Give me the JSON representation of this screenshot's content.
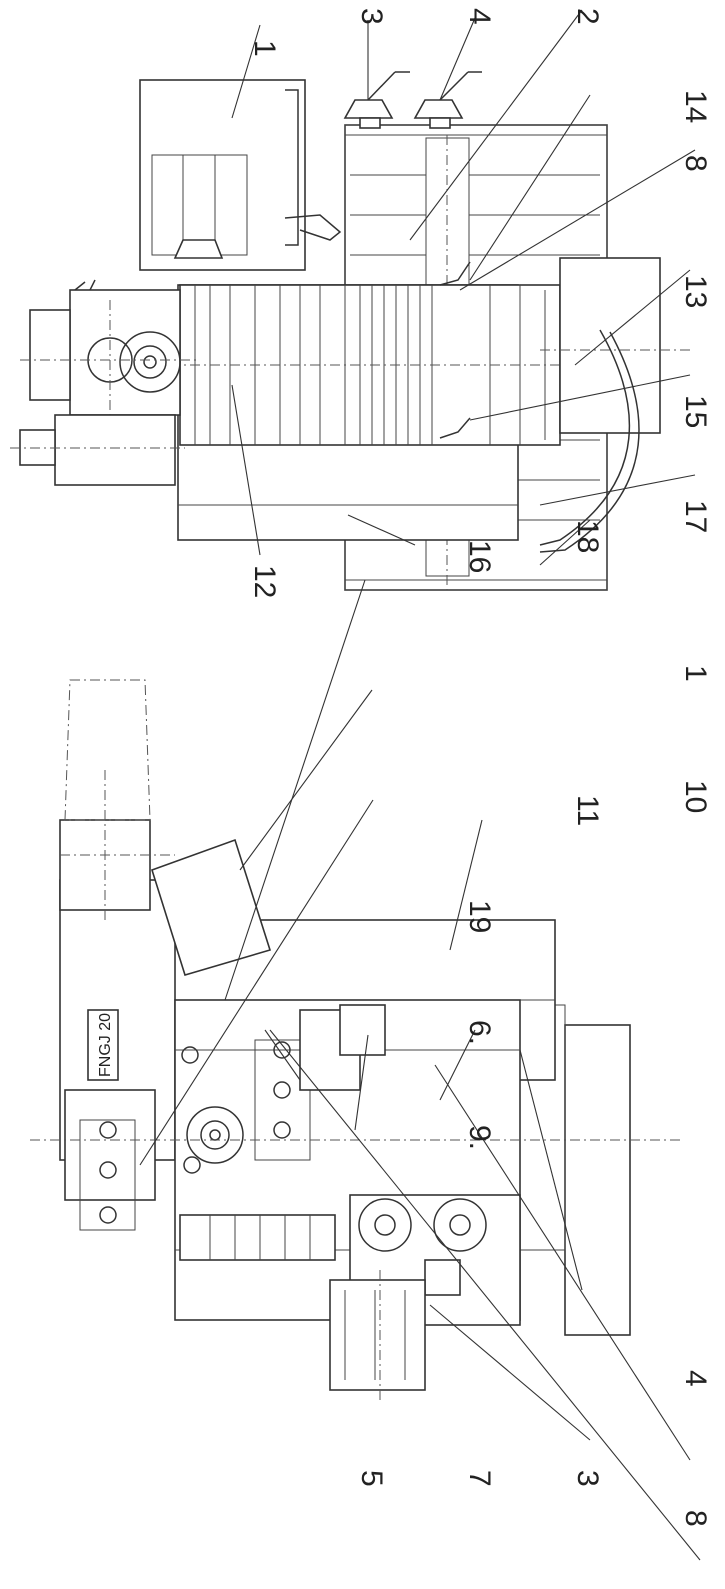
{
  "model_plate": "FNGJ 20",
  "callouts_top_view": [
    "1",
    "3",
    "4",
    "2",
    "14",
    "8",
    "13",
    "15",
    "17",
    "18",
    "16",
    "12"
  ],
  "callouts_side_view": [
    "1",
    "10",
    "11",
    "19",
    "6.",
    "9.",
    "4",
    "8",
    "3",
    "7",
    "5"
  ],
  "colors": {
    "ink": "#333333",
    "paper": "#ffffff"
  }
}
